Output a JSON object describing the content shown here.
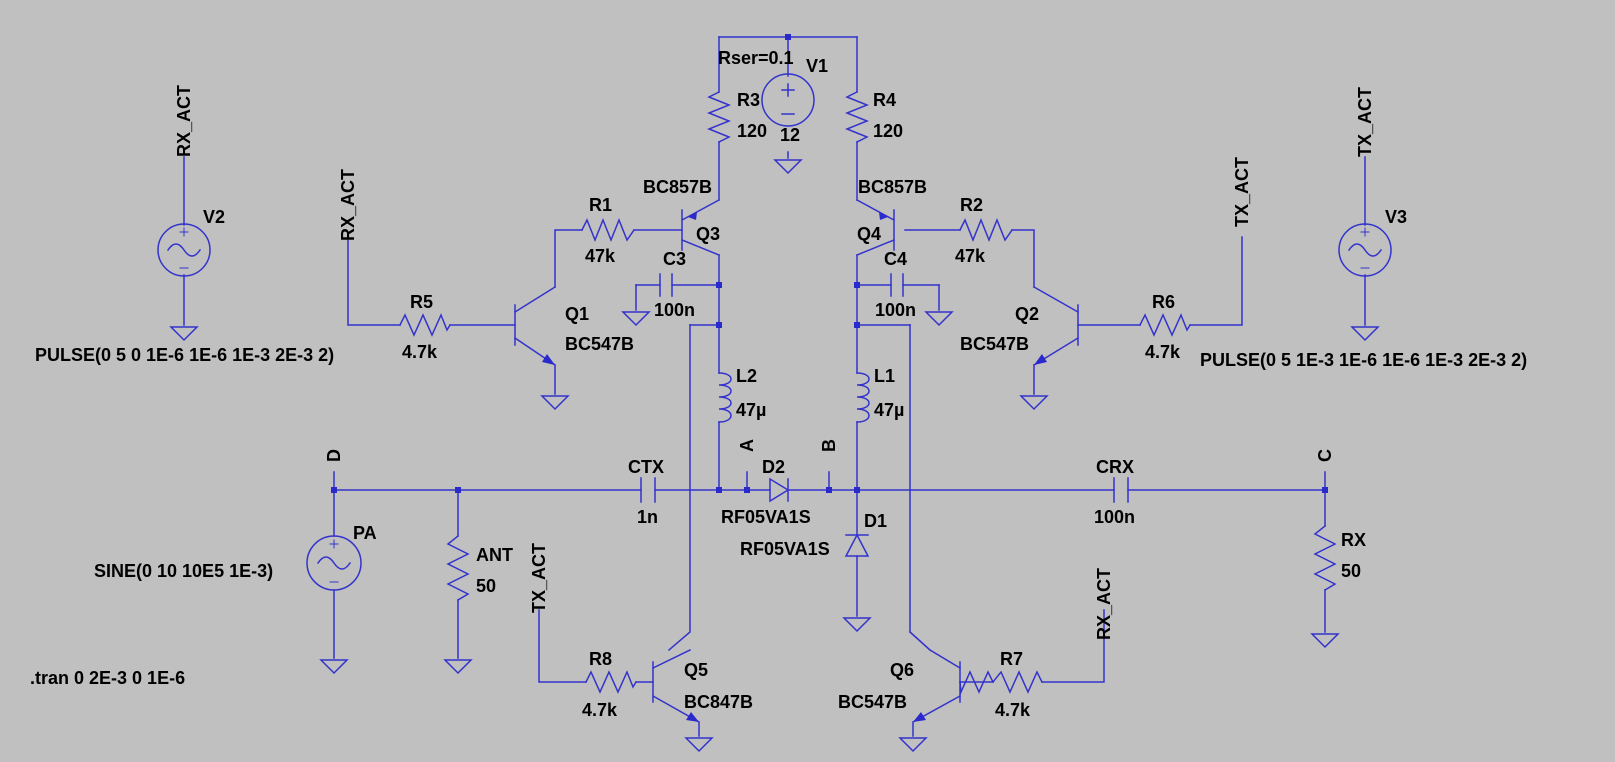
{
  "canvas_bg": "#c0c0c0",
  "wire_color": "#3333cc",
  "text_color": "#000000",
  "nets": {
    "rx_act_1": "RX_ACT",
    "rx_act_2": "RX_ACT",
    "rx_act_3": "RX_ACT",
    "tx_act_1": "TX_ACT",
    "tx_act_2": "TX_ACT",
    "tx_act_3": "TX_ACT",
    "a": "A",
    "b": "B",
    "c": "C",
    "d": "D"
  },
  "components": {
    "v1": {
      "name": "V1",
      "value": "12",
      "rser": "Rser=0.1"
    },
    "v2": {
      "name": "V2",
      "value": "PULSE(0 5 0 1E-6 1E-6 1E-3 2E-3 2)"
    },
    "v3": {
      "name": "V3",
      "value": "PULSE(0 5 1E-3 1E-6 1E-6 1E-3 2E-3 2)"
    },
    "pa": {
      "name": "PA",
      "value": "SINE(0 10 10E5 1E-3)"
    },
    "r1": {
      "name": "R1",
      "value": "47k"
    },
    "r2": {
      "name": "R2",
      "value": "47k"
    },
    "r3": {
      "name": "R3",
      "value": "120"
    },
    "r4": {
      "name": "R4",
      "value": "120"
    },
    "r5": {
      "name": "R5",
      "value": "4.7k"
    },
    "r6": {
      "name": "R6",
      "value": "4.7k"
    },
    "r7": {
      "name": "R7",
      "value": "4.7k"
    },
    "r8": {
      "name": "R8",
      "value": "4.7k"
    },
    "ant": {
      "name": "ANT",
      "value": "50"
    },
    "rx": {
      "name": "RX",
      "value": "50"
    },
    "c3": {
      "name": "C3",
      "value": "100n"
    },
    "c4": {
      "name": "C4",
      "value": "100n"
    },
    "ctx": {
      "name": "CTX",
      "value": "1n"
    },
    "crx": {
      "name": "CRX",
      "value": "100n"
    },
    "l1": {
      "name": "L1",
      "value": "47µ"
    },
    "l2": {
      "name": "L2",
      "value": "47µ"
    },
    "d1": {
      "name": "D1",
      "value": "RF05VA1S"
    },
    "d2": {
      "name": "D2",
      "value": "RF05VA1S"
    },
    "q1": {
      "name": "Q1",
      "value": "BC547B"
    },
    "q2": {
      "name": "Q2",
      "value": "BC547B"
    },
    "q3": {
      "name": "Q3",
      "value": "BC857B"
    },
    "q4": {
      "name": "Q4",
      "value": "BC857B"
    },
    "q5": {
      "name": "Q5",
      "value": "BC847B"
    },
    "q6": {
      "name": "Q6",
      "value": "BC547B"
    }
  },
  "directive": ".tran 0 2E-3 0 1E-6"
}
